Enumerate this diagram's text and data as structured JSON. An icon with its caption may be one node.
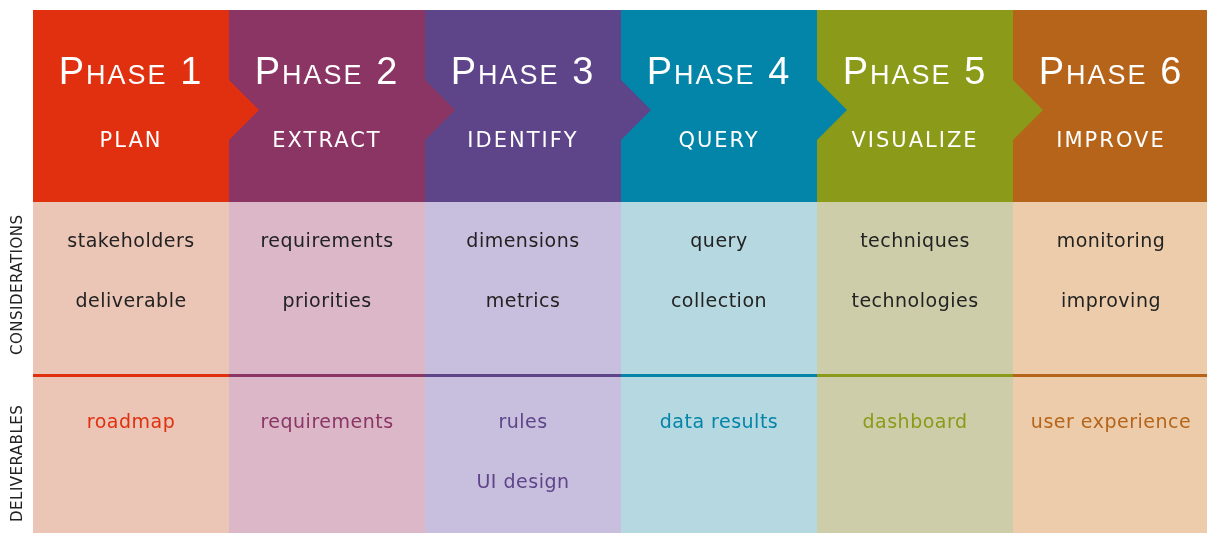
{
  "diagram": {
    "nodes": [
      {
        "text": [
          "Phase 1",
          "PLAN"
        ]
      },
      {
        "text": [
          "Phase 2",
          "EXTRACT"
        ]
      },
      {
        "text": [
          "Phase 3",
          "IDENTIFY"
        ]
      },
      {
        "text": [
          "Phase 4",
          "QUERY"
        ]
      },
      {
        "text": [
          "Phase 5",
          "VISUALIZE"
        ]
      },
      {
        "text": [
          "Phase 6",
          "IMPROVE"
        ]
      }
    ],
    "labels": [
      "CONSIDERATIONS",
      "stakeholders",
      "requirements",
      "dimensions",
      "query",
      "techniques",
      "monitoring",
      "deliverable",
      "priorities",
      "metrics",
      "collection",
      "technologies",
      "improving",
      "DELIVERABLES",
      "roadmap",
      "requirements",
      "rules",
      "data results",
      "dashboard",
      "user experience",
      "UI design"
    ]
  }
}
